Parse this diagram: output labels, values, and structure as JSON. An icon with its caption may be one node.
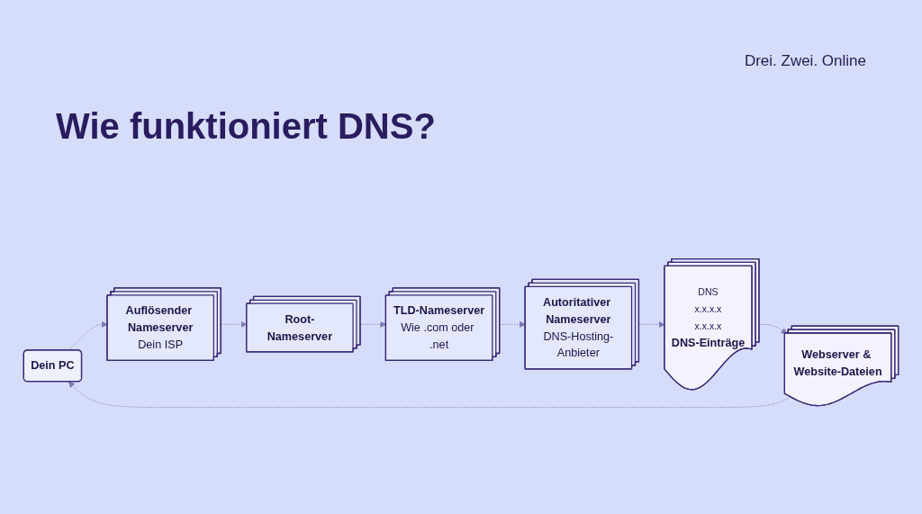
{
  "diagram": {
    "title": "Wie funktioniert DNS?",
    "nodes": [
      {
        "text": [
          "Dein PC"
        ]
      },
      {
        "text": [
          "Auflösender Nameserver",
          "Dein ISP"
        ]
      },
      {
        "text": [
          "Root-Nameserver"
        ]
      },
      {
        "text": [
          "TLD-Nameserver",
          "Wie .com oder .net"
        ]
      },
      {
        "text": [
          "Autoritativer Nameserver",
          "DNS-Hosting-Anbieter"
        ]
      },
      {
        "text": [
          "DNS",
          "x.x.x.x",
          "x.x.x.x",
          "DNS-Einträge"
        ]
      },
      {
        "text": [
          "Webserver & Website-Dateien"
        ]
      }
    ],
    "edges": [
      {
        "from": 0,
        "to": 1,
        "arrow": "to",
        "style": "dashed"
      },
      {
        "from": 1,
        "to": 2,
        "arrow": "to",
        "style": "dashed"
      },
      {
        "from": 2,
        "to": 3,
        "arrow": "to",
        "style": "dashed"
      },
      {
        "from": 3,
        "to": 4,
        "arrow": "to",
        "style": "dashed"
      },
      {
        "from": 4,
        "to": 5,
        "arrow": "to",
        "style": "dashed"
      },
      {
        "from": 5,
        "to": 6,
        "arrow": "to",
        "style": "dashed"
      },
      {
        "from": 6,
        "to": 0,
        "arrow": "to",
        "style": "dashed"
      }
    ],
    "labels": [
      "Drei. Zwei. Online"
    ]
  }
}
